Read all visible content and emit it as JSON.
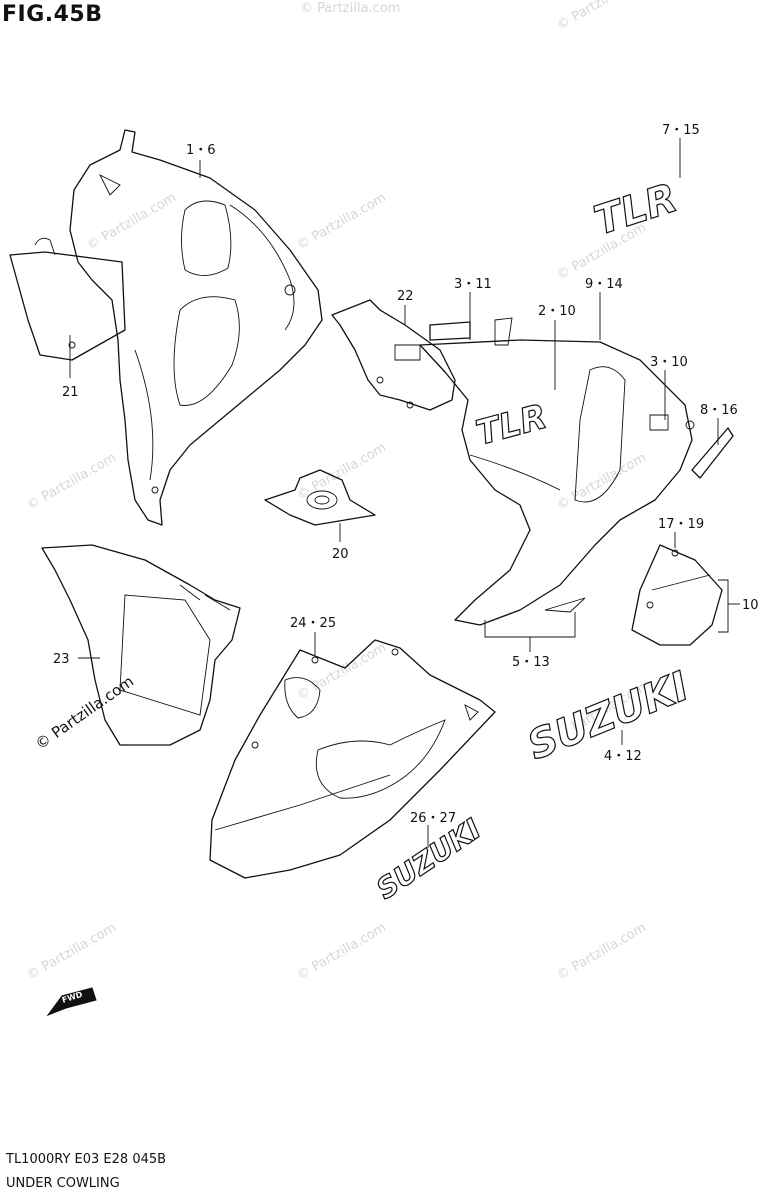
{
  "figure": {
    "title": "FIG.45B",
    "model_line": "TL1000RY E03 E28 045B",
    "section_name": "UNDER COWLING"
  },
  "callouts": [
    {
      "id": "c1",
      "label": "1・6"
    },
    {
      "id": "c21",
      "label": "21"
    },
    {
      "id": "c22",
      "label": "22"
    },
    {
      "id": "c3a",
      "label": "3・11"
    },
    {
      "id": "c2",
      "label": "2・10"
    },
    {
      "id": "c9",
      "label": "9・14"
    },
    {
      "id": "c7",
      "label": "7・15"
    },
    {
      "id": "c3b",
      "label": "3・10"
    },
    {
      "id": "c8",
      "label": "8・16"
    },
    {
      "id": "c17",
      "label": "17・19"
    },
    {
      "id": "c10",
      "label": "10"
    },
    {
      "id": "c20",
      "label": "20"
    },
    {
      "id": "c23",
      "label": "23"
    },
    {
      "id": "c24",
      "label": "24・25"
    },
    {
      "id": "c5",
      "label": "5・13"
    },
    {
      "id": "c4",
      "label": "4・12"
    },
    {
      "id": "c26",
      "label": "26・27"
    }
  ],
  "decals": {
    "suzuki_large": "SUZUKI",
    "suzuki_small": "SUZUKI",
    "fwd_arrow": "FWD",
    "tlr_text": "TLR"
  },
  "watermarks": {
    "main": "© Partzilla.com",
    "faint": "© Partzilla.com"
  },
  "icons": [
    "fwd-arrow-icon"
  ]
}
